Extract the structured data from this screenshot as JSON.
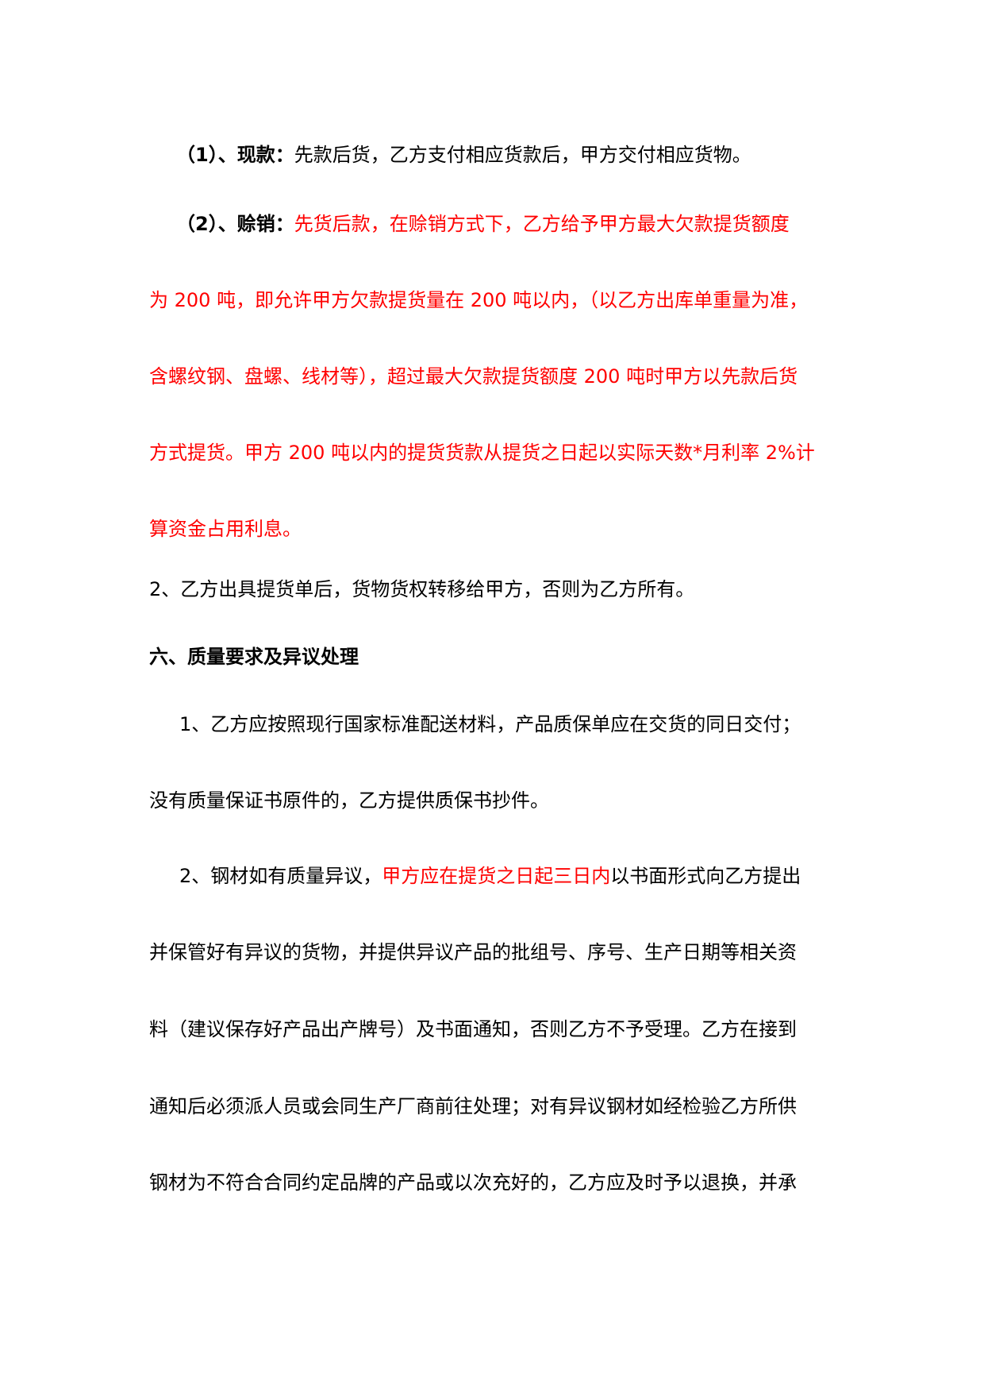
{
  "document": {
    "item1": {
      "label": "（1）、现款：",
      "text": "先款后货，乙方支付相应货款后，甲方交付相应货物。"
    },
    "item2": {
      "label": "（2）、赊销：",
      "lines": [
        "先货后款，在赊销方式下，乙方给予甲方最大欠款提货额度",
        "为 200 吨，即允许甲方欠款提货量在 200 吨以内，（以乙方出库单重量为准，",
        "含螺纹钢、盘螺、线材等），超过最大欠款提货额度 200 吨时甲方以先款后货",
        "方式提货。甲方 200 吨以内的提货货款从提货之日起以实际天数*月利率 2%计",
        "算资金占用利息。"
      ]
    },
    "para2": "2、乙方出具提货单后，货物货权转移给甲方，否则为乙方所有。",
    "section6": {
      "heading": "六、质量要求及异议处理",
      "p1": {
        "line1": "1、乙方应按照现行国家标准配送材料，产品质保单应在交货的同日交付；",
        "line2": "没有质量保证书原件的，乙方提供质保书抄件。"
      },
      "p2": {
        "line1_prefix": "2、钢材如有质量异议，",
        "line1_red": "甲方应在提货之日起三日内",
        "line1_suffix": "以书面形式向乙方提出",
        "lines": [
          "并保管好有异议的货物，并提供异议产品的批组号、序号、生产日期等相关资",
          "料（建议保存好产品出产牌号）及书面通知，否则乙方不予受理。乙方在接到",
          "通知后必须派人员或会同生产厂商前往处理；对有异议钢材如经检验乙方所供",
          "钢材为不符合合同约定品牌的产品或以次充好的，乙方应及时予以退换，并承"
        ]
      }
    }
  },
  "colors": {
    "text": "#000000",
    "highlight": "#ff0000"
  }
}
